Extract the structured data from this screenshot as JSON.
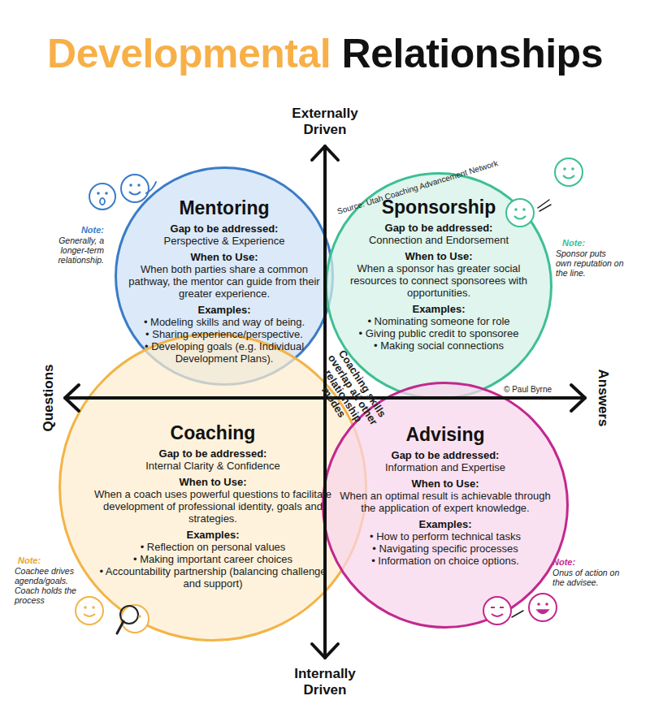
{
  "diagram": {
    "title": "Developmental Relationships",
    "nodes": [
      {
        "text": [
          "Mentoring",
          "Gap to be addressed:",
          "Perspective & Experience",
          "When to Use:",
          "When both parties share a common pathway, the mentor can guide from their greater experience.",
          "Examples:",
          "• Modeling skills and way of being.",
          "• Sharing experience/perspective.",
          "• Developing goals (e.g. Individual Development Plans)."
        ]
      },
      {
        "text": [
          "Sponsorship",
          "Gap to be addressed:",
          "Connection and Endorsement",
          "When to Use:",
          "When a sponsor has greater social resources to connect sponsorees with opportunities.",
          "Examples:",
          "• Nominating someone for role",
          "• Giving public credit to sponsoree",
          "• Making social connections"
        ]
      },
      {
        "text": [
          "Coaching",
          "Gap to be addressed:",
          "Internal Clarity & Confidence",
          "When to Use:",
          "When a coach uses powerful questions to facilitate development of professional identity, goals and strategies.",
          "Examples:",
          "• Reflection on personal values",
          "• Making important career choices",
          "• Accountability partnership (balancing challenge and support)"
        ]
      },
      {
        "text": [
          "Advising",
          "Gap to be addressed:",
          "Information and Expertise",
          "When to Use:",
          "When an optimal result is achievable through the application of expert knowledge.",
          "Examples:",
          "• How to perform technical tasks",
          "• Navigating specific processes",
          "• Information on choice options."
        ]
      }
    ],
    "labels": [
      "Externally Driven",
      "Internally Driven",
      "Questions",
      "Answers",
      "Source: Utah Coaching Advancement Network",
      "© Paul Byrne",
      "Coaching skills overlap all other relationship modes",
      "Note:",
      "Generally, a longer-term relationship.",
      "Note:",
      "Sponsor puts own reputation on the line.",
      "Note:",
      "Coachee drives agenda/goals. Coach holds the process",
      "Note:",
      "Onus of action on the advisee."
    ]
  }
}
